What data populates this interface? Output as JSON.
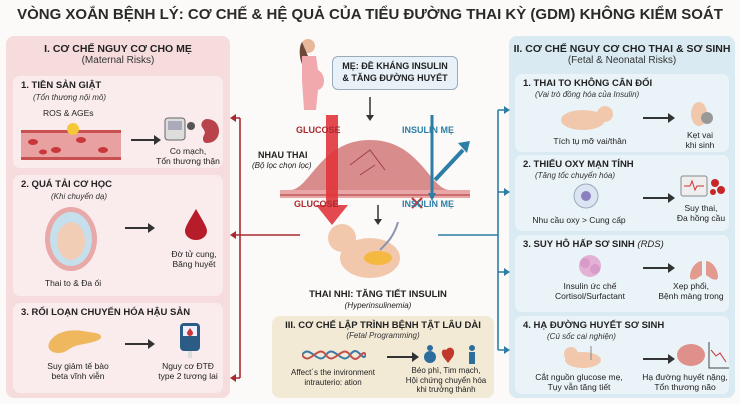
{
  "title": "VÒNG XOẮN BỆNH LÝ: CƠ CHẾ & HỆ QUẢ CỦA TIỂU ĐƯỜNG THAI KỲ (GDM) KHÔNG KIỂM SOÁT",
  "colors": {
    "maternal_panel": "#f6dcdc",
    "fetal_panel": "#d9eaf2",
    "programming_panel": "#f3ead6",
    "red": "#b8242c",
    "blue": "#2d7ea6"
  },
  "left": {
    "title": "I. CƠ CHẾ NGUY CƠ CHO MẸ",
    "subtitle": "(Maternal Risks)",
    "cards": [
      {
        "title": "1. TIỀN SẢN GIẬT",
        "subtitle": "(Tổn thương nội mô)",
        "cause": "ROS & AGEs",
        "effect": [
          "Co mạch,",
          "Tổn thương thận"
        ]
      },
      {
        "title": "2. QUÁ TẢI CƠ HỌC",
        "subtitle": "(Khi chuyển dạ)",
        "cause": "Thai to & Đa ối",
        "effect": [
          "Đờ tử cung,",
          "Băng huyết"
        ]
      },
      {
        "title": "3. RỐI LOẠN CHUYỂN HÓA HẬU SẢN",
        "cause": [
          "Suy giảm tế bào",
          "beta vĩnh viễn"
        ],
        "effect": [
          "Nguy cơ ĐTĐ",
          "type 2 tương lai"
        ]
      }
    ]
  },
  "center": {
    "mother_box": [
      "MẸ: ĐỀ KHÁNG INSULIN",
      "& TĂNG ĐƯỜNG HUYẾT"
    ],
    "glucose_top": "GLUCOSE",
    "glucose_bottom": "GLUCOSE",
    "insulin_top": "INSULIN MẸ",
    "insulin_bottom": "INSULIN MẸ",
    "placenta": "NHAU THAI",
    "placenta_sub": "(Bộ lọc chọn lọc)",
    "fetus": "THAI NHI: TĂNG TIẾT INSULIN",
    "fetus_sub": "(Hyperinsulinemia)"
  },
  "programming": {
    "title": "III. CƠ CHẾ LẬP TRÌNH BỆNH TẬT LÂU DÀI",
    "subtitle": "(Fetal Programming)",
    "cause": [
      "Affect´s the invironment",
      "intrauterio: ation"
    ],
    "effect": [
      "Béo phì, Tim mạch,",
      "Hội chứng chuyển hóa",
      "khi trưởng thành"
    ]
  },
  "right": {
    "title": "II. CƠ CHẾ NGUY CƠ CHO THAI & SƠ SINH",
    "subtitle": "(Fetal & Neonatal Risks)",
    "cards": [
      {
        "title": "1. THAI TO KHÔNG CÂN ĐỐI",
        "subtitle": "(Vai trò đồng hóa của Insulin)",
        "cause": "Tích tụ mỡ vai/thân",
        "effect": [
          "Kẹt vai",
          "khi sinh"
        ]
      },
      {
        "title": "2. THIẾU OXY MẠN TÍNH",
        "subtitle": "(Tăng tốc chuyển hóa)",
        "cause": "Nhu cầu oxy > Cung cấp",
        "effect": [
          "Suy thai,",
          "Đa hồng cầu"
        ]
      },
      {
        "title": "3. SUY HÔ HẤP SƠ SINH",
        "subtitle": "(RDS)",
        "cause": [
          "Insulin ức chế",
          "Cortisol/Surfactant"
        ],
        "effect": [
          "Xẹp phổi,",
          "Bệnh màng trong"
        ]
      },
      {
        "title": "4. HẠ ĐƯỜNG HUYẾT SƠ SINH",
        "subtitle": "(Cú sốc cai nghiện)",
        "cause": [
          "Cắt nguồn glucose mẹ,",
          "Tụy vẫn tăng tiết"
        ],
        "effect": [
          "Hạ đường huyết nặng,",
          "Tổn thương não"
        ]
      }
    ]
  }
}
